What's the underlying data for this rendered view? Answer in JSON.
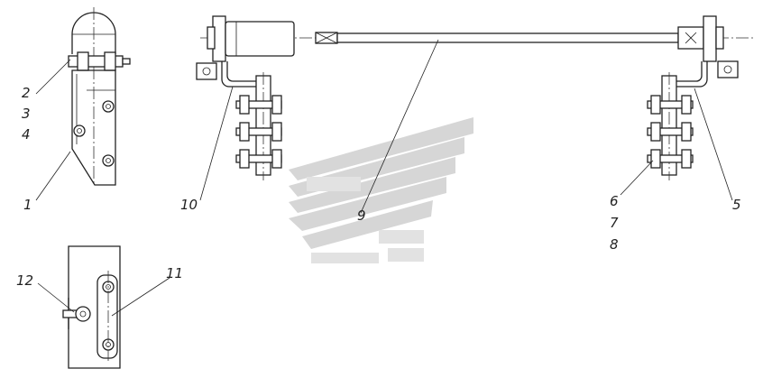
{
  "labels": {
    "l1": "1",
    "l2": "2",
    "l3": "3",
    "l4": "4",
    "l5": "5",
    "l6": "6",
    "l7": "7",
    "l8": "8",
    "l9": "9",
    "l10": "10",
    "l11": "11",
    "l12": "12"
  },
  "colors": {
    "line": "#222222",
    "watermark": "#d3d3d3",
    "background": "#ffffff"
  },
  "watermark": {
    "shape": "stylized-chevron-logo"
  }
}
